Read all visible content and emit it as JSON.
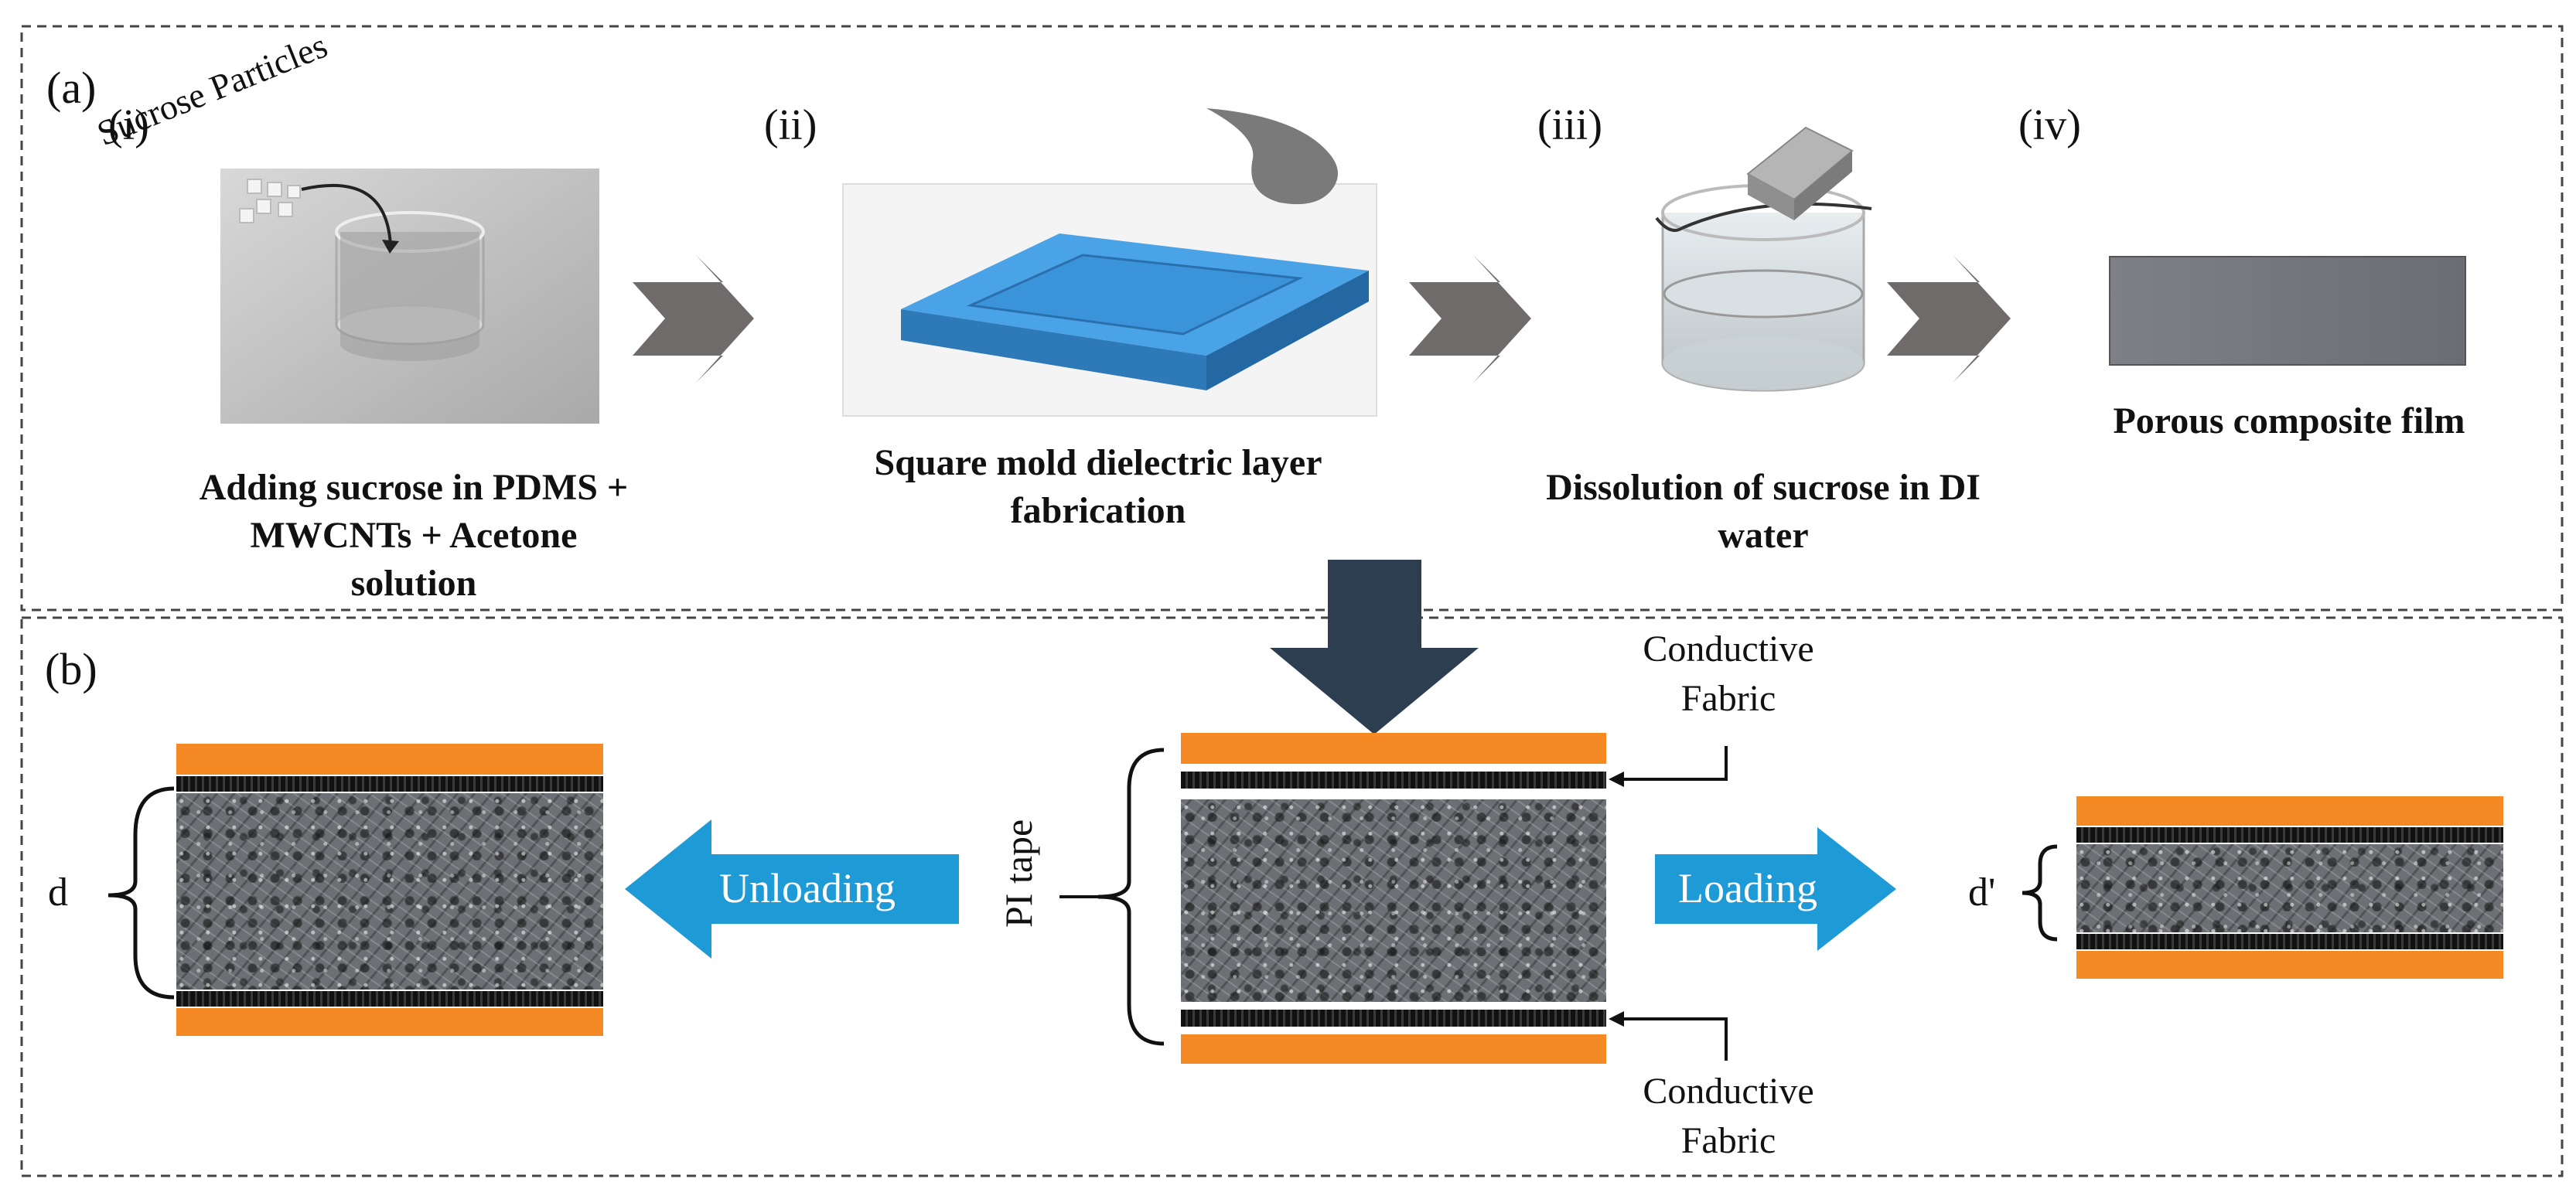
{
  "panel_a": {
    "tag": "(a)",
    "steps": [
      {
        "roman": "(i)",
        "caption_lines": [
          "Adding sucrose in PDMS +",
          "MWCNTs + Acetone",
          "solution"
        ],
        "annotation": "Sucrose Particles"
      },
      {
        "roman": "(ii)",
        "caption_lines": [
          "Square mold dielectric layer",
          "fabrication"
        ]
      },
      {
        "roman": "(iii)",
        "caption_lines": [
          "Dissolution of sucrose in DI",
          "water"
        ]
      },
      {
        "roman": "(iv)",
        "caption_lines": [
          "Porous composite film"
        ]
      }
    ]
  },
  "panel_b": {
    "tag": "(b)",
    "unloading_label": "Unloading",
    "loading_label": "Loading",
    "pi_tape_label": "PI tape",
    "thickness_label": "d",
    "compressed_thickness_label": "d'",
    "conductive_fabric_top": [
      "Conductive",
      "Fabric"
    ],
    "conductive_fabric_bottom": [
      "Conductive",
      "Fabric"
    ]
  },
  "colors": {
    "process_arrow": "#6f6b6a",
    "down_arrow": "#2c3e50",
    "action_arrow": "#1e9ad6",
    "pi_tape": "#f58a25",
    "mold": "#3f8fd4"
  }
}
